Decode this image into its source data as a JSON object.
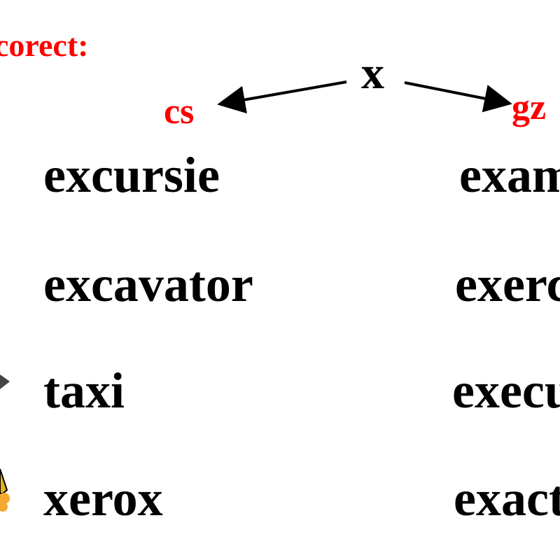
{
  "heading": "corect:",
  "root_letter": "x",
  "branches": {
    "left": "cs",
    "right": "gz"
  },
  "left_words": [
    "excursie",
    "excavator",
    "taxi",
    "xerox"
  ],
  "right_words": [
    "exam",
    "exerc",
    "execu",
    "exact"
  ],
  "colors": {
    "accent": "#ff0000",
    "text": "#000000"
  }
}
